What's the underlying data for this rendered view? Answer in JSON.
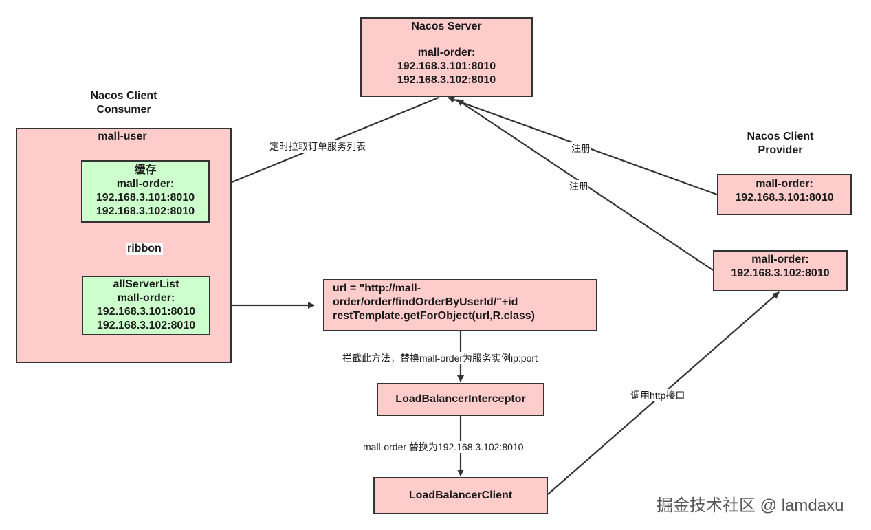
{
  "nacos_server": {
    "title": "Nacos Server",
    "lines": [
      "mall-order:",
      "192.168.3.101:8010",
      "192.168.3.102:8010"
    ]
  },
  "consumer": {
    "caption": [
      "Nacos Client",
      "Consumer"
    ],
    "title": "mall-user",
    "cache": {
      "lines": [
        "缓存",
        "mall-order:",
        "192.168.3.101:8010",
        "192.168.3.102:8010"
      ]
    },
    "server_list": {
      "lines": [
        "allServerList",
        "mall-order:",
        "192.168.3.101:8010",
        "192.168.3.102:8010"
      ]
    }
  },
  "provider": {
    "caption": [
      "Nacos  Client",
      "Provider"
    ],
    "instance1": {
      "lines": [
        "mall-order:",
        "192.168.3.101:8010"
      ]
    },
    "instance2": {
      "lines": [
        "mall-order:",
        "192.168.3.102:8010"
      ]
    }
  },
  "rest_call": {
    "lines": [
      "url = \"http://mall-",
      "order/order/findOrderByUserId/\"+id",
      "restTemplate.getForObject(url,R.class)"
    ]
  },
  "interceptor": {
    "label": "LoadBalancerInterceptor"
  },
  "client": {
    "label": "LoadBalancerClient"
  },
  "edges": {
    "pull": "定时拉取订单服务列表",
    "register1": "注册",
    "register2": "注册",
    "ribbon": "ribbon",
    "intercept": "拦截此方法，替换mall-order为服务实例ip:port",
    "replace": "mall-order 替换为192.168.3.102:8010",
    "http": "调用http接口"
  },
  "watermark": "掘金技术社区 @ lamdaxu"
}
